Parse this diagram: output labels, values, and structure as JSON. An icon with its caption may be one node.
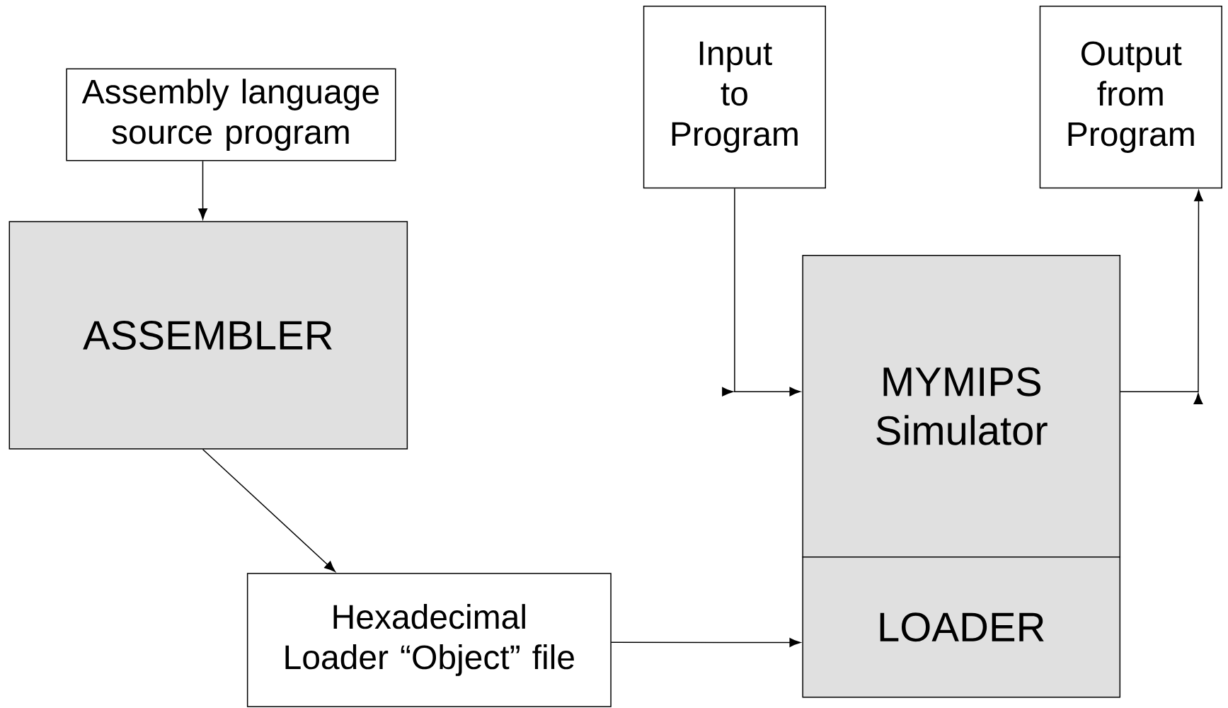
{
  "diagram": {
    "nodes": [
      {
        "text": [
          "Assembly language source program"
        ]
      },
      {
        "text": [
          "ASSEMBLER"
        ]
      },
      {
        "text": [
          "Hexadecimal Loader “Object” file"
        ]
      },
      {
        "text": [
          "Input to Program"
        ]
      },
      {
        "text": [
          "Output from Program"
        ]
      },
      {
        "text": [
          "MYMIPS Simulator"
        ]
      },
      {
        "text": [
          "LOADER"
        ]
      }
    ],
    "edges": [
      {
        "from": 0,
        "to": 1,
        "arrow": "to"
      },
      {
        "from": 1,
        "to": 2,
        "arrow": "to"
      },
      {
        "from": 3,
        "to": 5,
        "arrow": "to"
      },
      {
        "from": 5,
        "to": 4,
        "arrow": "to"
      },
      {
        "from": 2,
        "to": 6,
        "arrow": "to"
      }
    ]
  }
}
